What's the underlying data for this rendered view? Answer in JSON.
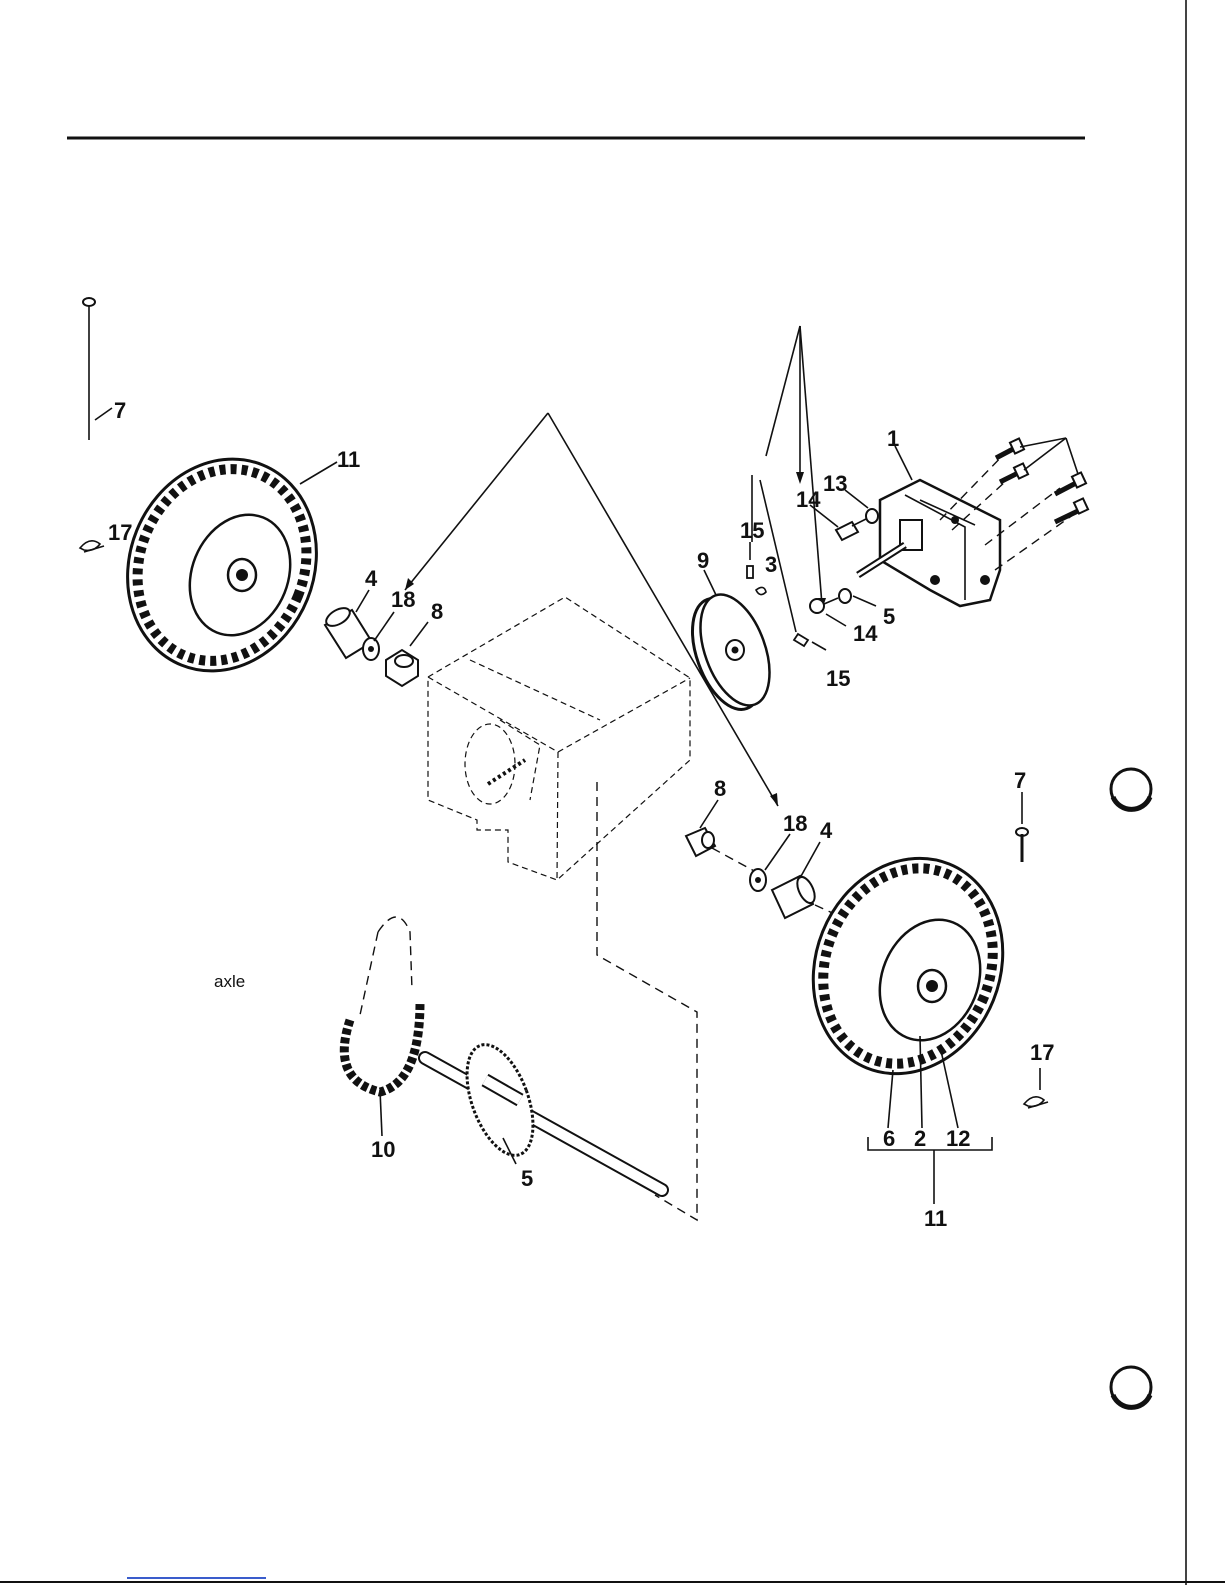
{
  "callouts": {
    "c_7_top": "7",
    "c_11_top": "11",
    "c_17_top": "17",
    "c_4_left": "4",
    "c_18_left": "18",
    "c_8_left": "8",
    "c_1": "1",
    "c_13": "13",
    "c_14_top": "14",
    "c_15_top": "15",
    "c_9": "9",
    "c_3": "3",
    "c_14_mid": "14",
    "c_5_right": "5",
    "c_15_mid": "15",
    "c_7_right": "7",
    "c_8_right": "8",
    "c_18_right": "18",
    "c_4_right": "4",
    "c_17_right": "17",
    "c_6": "6",
    "c_2": "2",
    "c_12": "12",
    "c_11_bottom": "11",
    "c_10": "10",
    "c_5_bottom": "5"
  },
  "labels": {
    "axle": "axle"
  },
  "icon_names": [
    "hole-punch-icon",
    "hole-punch-icon"
  ]
}
